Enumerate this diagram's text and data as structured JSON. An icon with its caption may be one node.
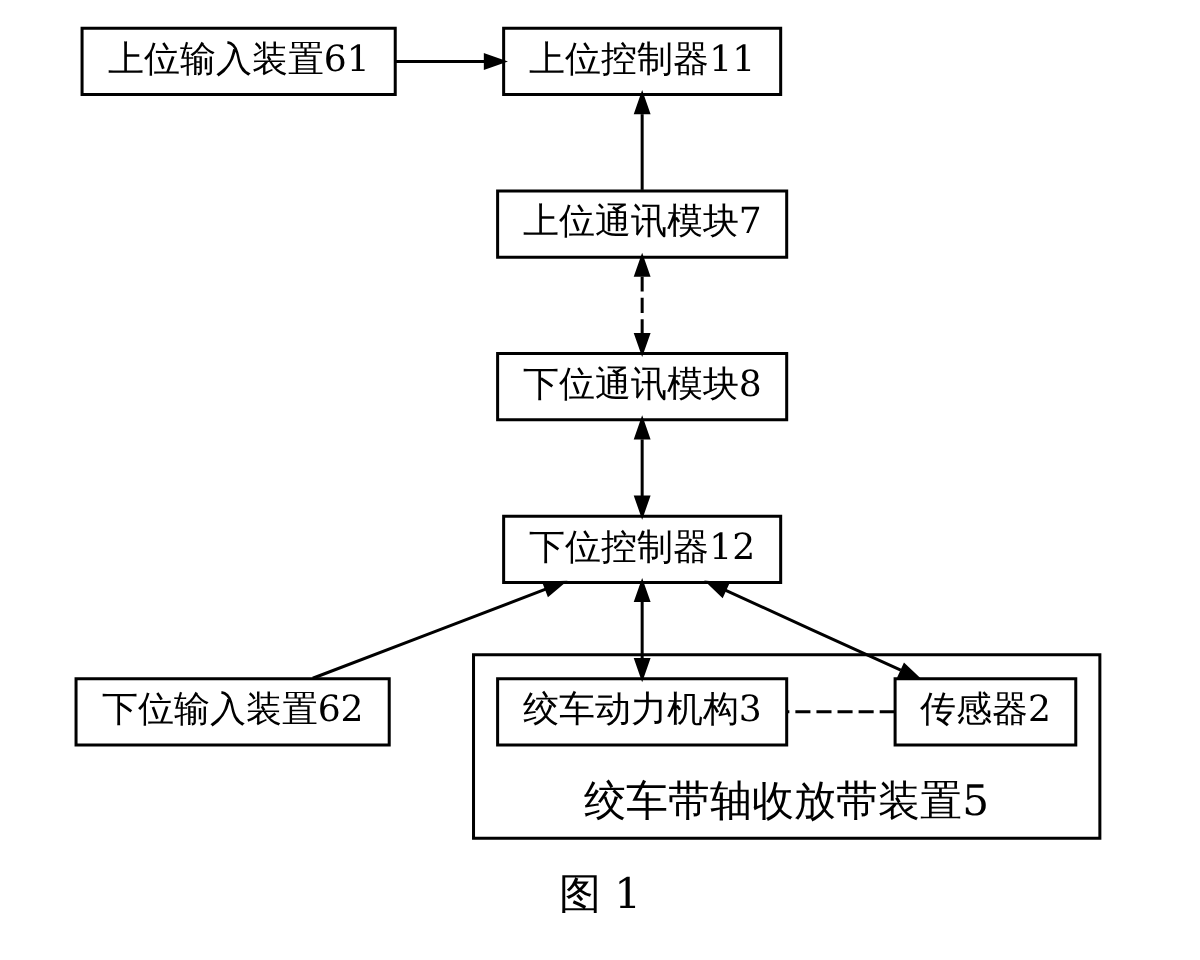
{
  "diagram": {
    "caption": "图 1",
    "nodes": [
      {
        "text": [
          "上位控制器11"
        ]
      },
      {
        "text": [
          "上位输入装置61"
        ]
      },
      {
        "text": [
          "上位通讯模块7"
        ]
      },
      {
        "text": [
          "下位通讯模块8"
        ]
      },
      {
        "text": [
          "下位控制器12"
        ]
      },
      {
        "text": [
          "下位输入装置62"
        ]
      },
      {
        "text": [
          "绞车带轴收放带装置5"
        ]
      },
      {
        "text": [
          "传感器2"
        ],
        "in": 6
      },
      {
        "text": [
          "绞车动力机构3"
        ],
        "in": 6
      }
    ],
    "edges": [
      {
        "from": 1,
        "to": 0,
        "arrow": "to"
      },
      {
        "from": 2,
        "to": 0,
        "arrow": "to"
      },
      {
        "from": 2,
        "to": 3,
        "arrow": "both",
        "style": "dashed"
      },
      {
        "from": 3,
        "to": 4,
        "arrow": "both"
      },
      {
        "from": 5,
        "to": 4,
        "arrow": "to"
      },
      {
        "from": 7,
        "to": 4,
        "arrow": "both"
      },
      {
        "from": 8,
        "to": 4,
        "arrow": "both"
      },
      {
        "from": 7,
        "to": 8,
        "arrow": "none",
        "style": "dashed"
      }
    ]
  }
}
